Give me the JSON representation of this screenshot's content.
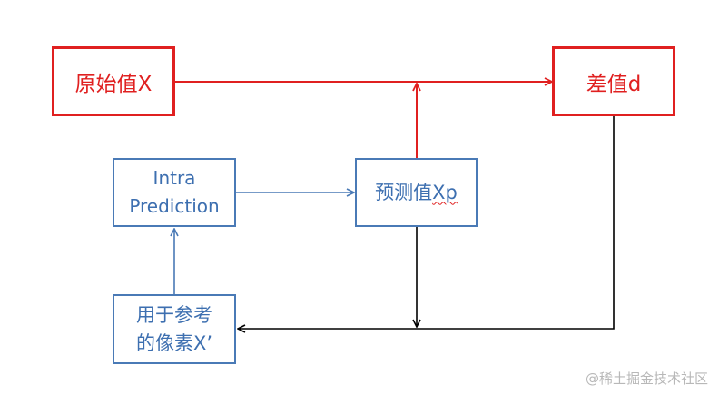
{
  "nodes": {
    "original": "原始值X",
    "diff": "差值d",
    "intra_line1": "Intra",
    "intra_line2": "Prediction",
    "predicted_prefix": "预测值",
    "predicted_suffix": "Xp",
    "reference_line1": "用于参考",
    "reference_line2": "的像素X’"
  },
  "watermark": "@稀土掘金技术社区",
  "colors": {
    "red": "#e02020",
    "blue": "#4a7ab6",
    "black": "#000000"
  }
}
